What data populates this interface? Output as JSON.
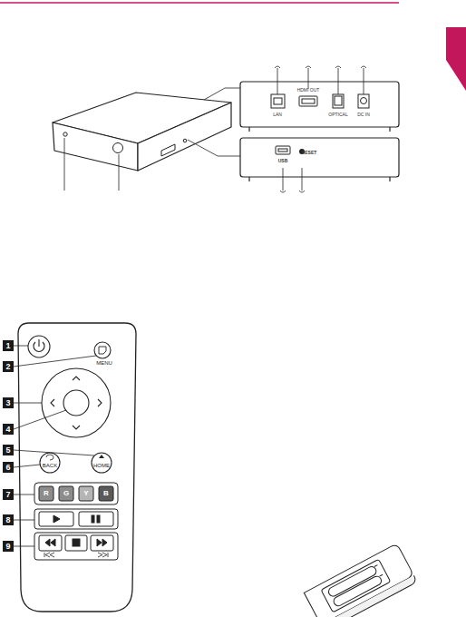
{
  "diagram": {
    "labels": [
      "LAN",
      "HDMI OUT",
      "OPTICAL",
      "DC IN",
      "USB",
      "RESET",
      "1",
      "2",
      "3",
      "4",
      "5",
      "6",
      "7",
      "8",
      "9",
      "MENU",
      "BACK",
      "HOME",
      "R",
      "G",
      "Y",
      "B"
    ]
  }
}
